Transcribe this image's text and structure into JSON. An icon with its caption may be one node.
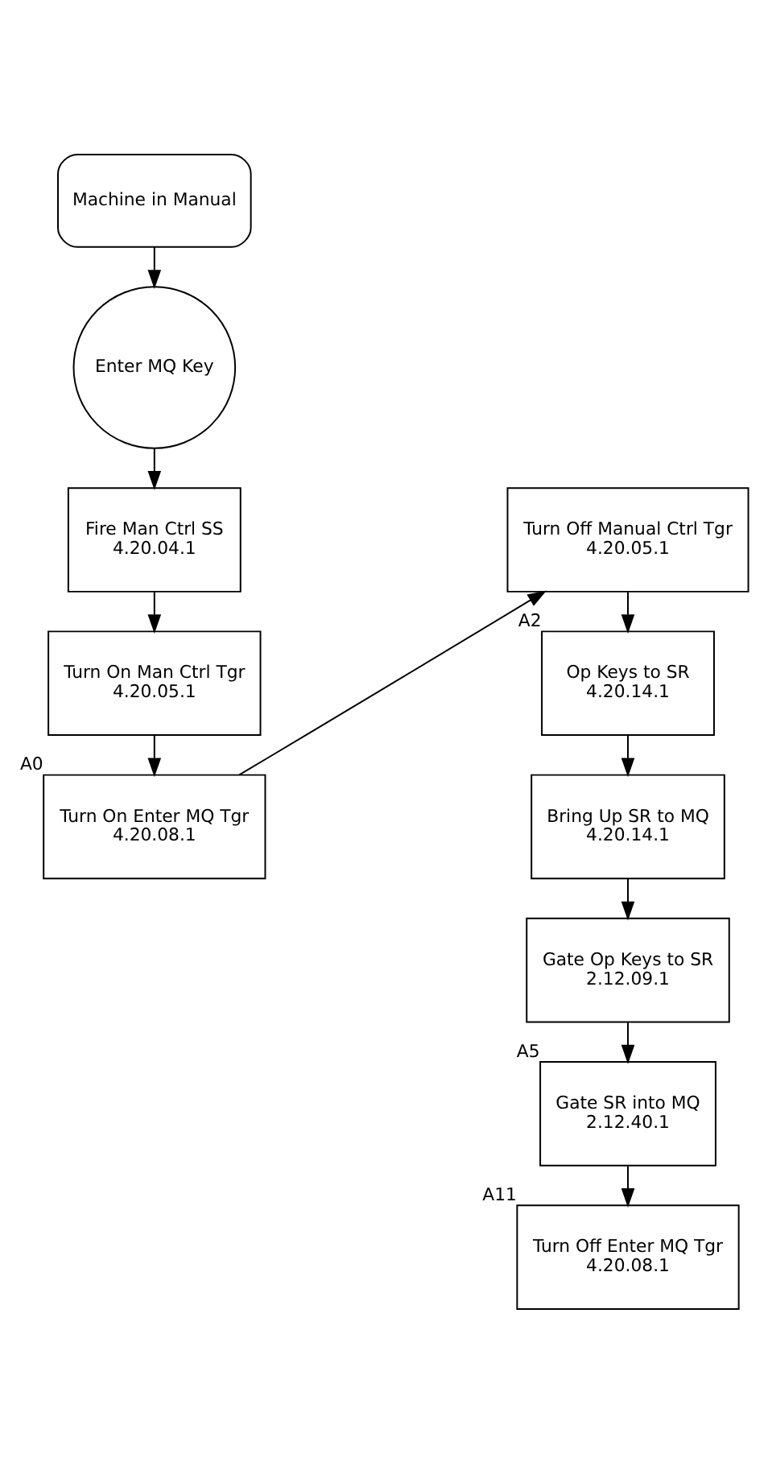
{
  "diagram": {
    "nodes": [
      {
        "text": [
          "Machine in Manual"
        ]
      },
      {
        "text": [
          "Enter MQ Key"
        ]
      },
      {
        "text": [
          "Fire Man Ctrl SS",
          "4.20.04.1"
        ]
      },
      {
        "text": [
          "Turn On Man Ctrl Tgr",
          "4.20.05.1"
        ]
      },
      {
        "text": [
          "Turn On Enter MQ Tgr",
          "4.20.08.1"
        ],
        "beside": [
          "A0"
        ]
      },
      {
        "text": [
          "Turn Off Manual Ctrl Tgr",
          "4.20.05.1"
        ]
      },
      {
        "text": [
          "Op Keys to SR",
          "4.20.14.1"
        ],
        "beside": [
          "A2"
        ]
      },
      {
        "text": [
          "Bring Up SR to MQ",
          "4.20.14.1"
        ]
      },
      {
        "text": [
          "Gate Op Keys to SR",
          "2.12.09.1"
        ]
      },
      {
        "text": [
          "Gate SR into MQ",
          "2.12.40.1"
        ],
        "beside": [
          "A5"
        ]
      },
      {
        "text": [
          "Turn Off Enter MQ Tgr",
          "4.20.08.1"
        ],
        "beside": [
          "A11"
        ]
      }
    ],
    "edges": [
      {
        "from": 0,
        "to": 1,
        "arrow": "to"
      },
      {
        "from": 1,
        "to": 2,
        "arrow": "to"
      },
      {
        "from": 2,
        "to": 3,
        "arrow": "to"
      },
      {
        "from": 3,
        "to": 4,
        "arrow": "to"
      },
      {
        "from": 4,
        "to": 5,
        "arrow": "to"
      },
      {
        "from": 5,
        "to": 6,
        "arrow": "to"
      },
      {
        "from": 6,
        "to": 7,
        "arrow": "to"
      },
      {
        "from": 7,
        "to": 8,
        "arrow": "to"
      },
      {
        "from": 8,
        "to": 9,
        "arrow": "to"
      },
      {
        "from": 9,
        "to": 10,
        "arrow": "to"
      }
    ]
  }
}
